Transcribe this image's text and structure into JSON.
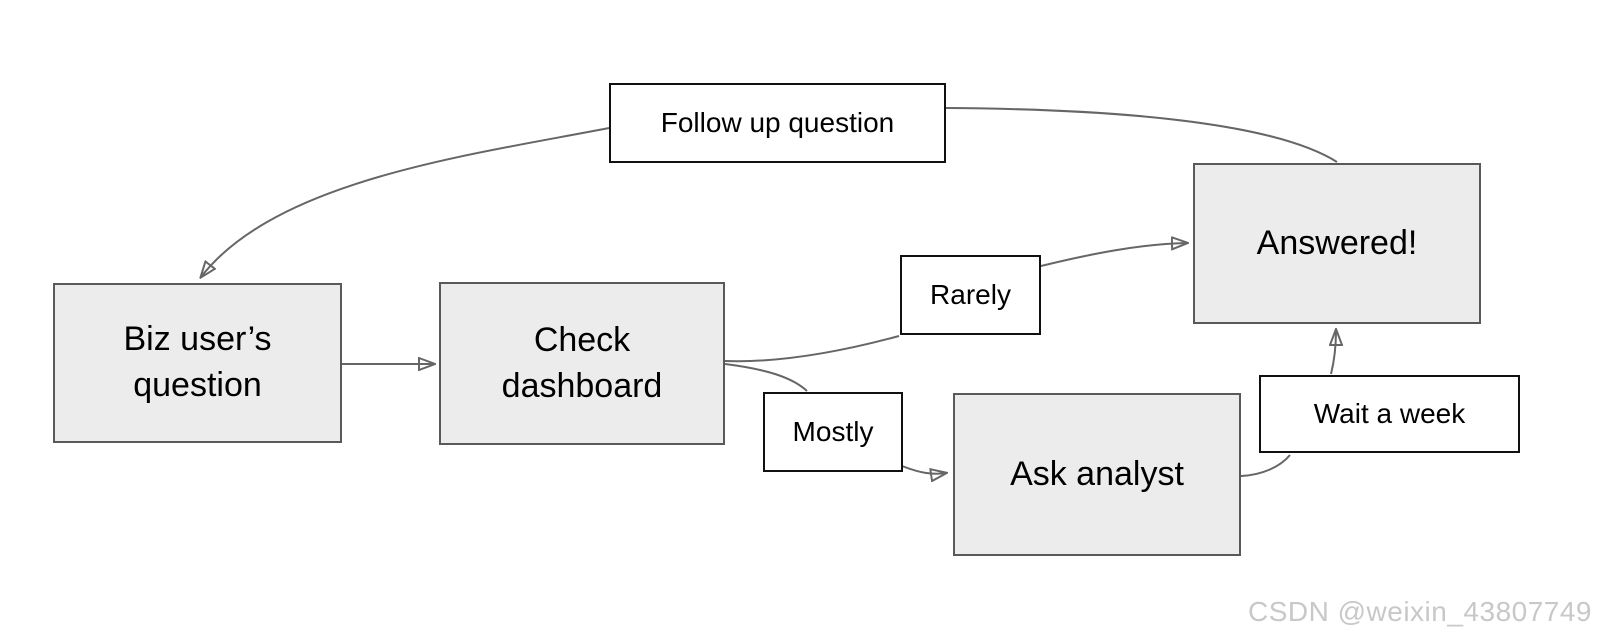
{
  "diagram": {
    "nodes": {
      "biz": {
        "label": "Biz user’s question",
        "type": "process"
      },
      "check": {
        "label": "Check dashboard",
        "type": "process"
      },
      "ask": {
        "label": "Ask analyst",
        "type": "process"
      },
      "answered": {
        "label": "Answered!",
        "type": "process"
      },
      "follow_up": {
        "label": "Follow up question",
        "type": "edge-label"
      },
      "rarely": {
        "label": "Rarely",
        "type": "edge-label"
      },
      "mostly": {
        "label": "Mostly",
        "type": "edge-label"
      },
      "wait": {
        "label": "Wait a week",
        "type": "edge-label"
      }
    },
    "edges": [
      {
        "from": "biz",
        "to": "check",
        "via": null
      },
      {
        "from": "check",
        "to": "answered",
        "via": "rarely"
      },
      {
        "from": "check",
        "to": "ask",
        "via": "mostly"
      },
      {
        "from": "ask",
        "to": "answered",
        "via": "wait"
      },
      {
        "from": "answered",
        "to": "biz",
        "via": "follow_up"
      }
    ]
  },
  "watermark": "CSDN @weixin_43807749",
  "colors": {
    "node_fill": "#ececec",
    "node_border": "#595959",
    "label_fill": "#ffffff",
    "label_border": "#111111",
    "edge": "#666666",
    "text": "#000000",
    "watermark": "#c8c8c8"
  }
}
